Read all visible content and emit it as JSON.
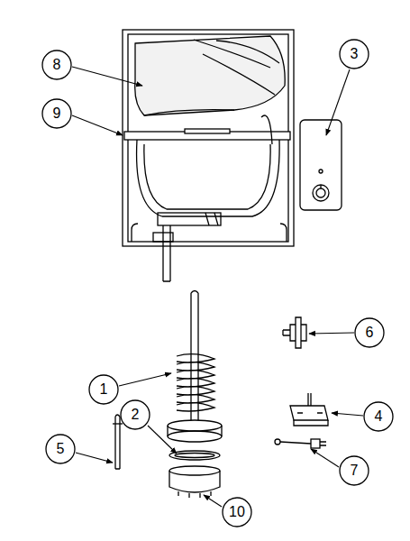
{
  "diagram": {
    "nodes": [
      {
        "text": [
          "8"
        ]
      },
      {
        "text": [
          "3"
        ]
      },
      {
        "text": [
          "9"
        ]
      },
      {
        "text": [
          "6"
        ]
      },
      {
        "text": [
          "1"
        ]
      },
      {
        "text": [
          "4"
        ]
      },
      {
        "text": [
          "2"
        ]
      },
      {
        "text": [
          "5"
        ]
      },
      {
        "text": [
          "7"
        ]
      },
      {
        "text": [
          "10"
        ]
      }
    ],
    "edges": []
  }
}
